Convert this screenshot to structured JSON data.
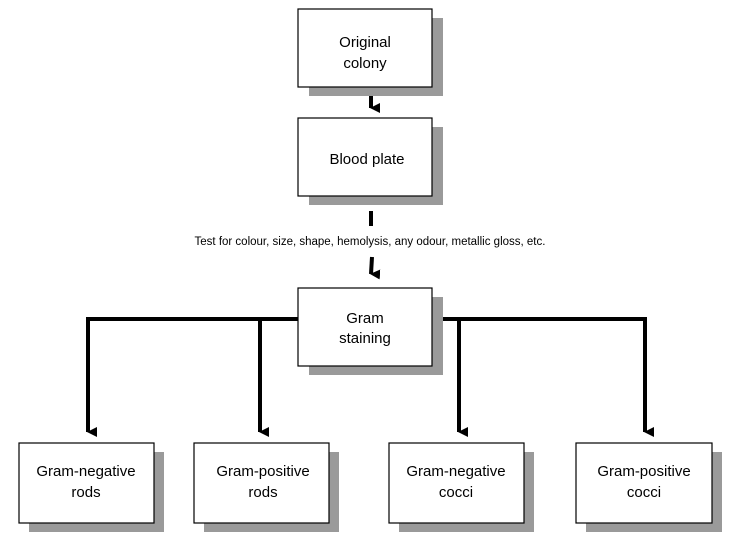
{
  "diagram": {
    "nodes": {
      "original_colony": {
        "line1": "Original",
        "line2": "colony"
      },
      "blood_plate": {
        "line1": "Blood plate"
      },
      "gram_staining": {
        "line1": "Gram",
        "line2": "staining"
      },
      "gram_negative_rods": {
        "line1": "Gram-negative",
        "line2": "rods"
      },
      "gram_positive_rods": {
        "line1": "Gram-positive",
        "line2": "rods"
      },
      "gram_negative_cocci": {
        "line1": "Gram-negative",
        "line2": "cocci"
      },
      "gram_positive_cocci": {
        "line1": "Gram-positive",
        "line2": "cocci"
      }
    },
    "edge_note": "Test for colour, size, shape, hemolysis, any odour, metallic gloss, etc.",
    "edges": [
      {
        "from": "original_colony",
        "to": "blood_plate",
        "style": "solid-arrow"
      },
      {
        "from": "blood_plate",
        "to": "gram_staining",
        "style": "dashed-arrow"
      },
      {
        "from": "gram_staining",
        "to": "gram_negative_rods",
        "style": "solid-arrow"
      },
      {
        "from": "gram_staining",
        "to": "gram_positive_rods",
        "style": "solid-arrow"
      },
      {
        "from": "gram_staining",
        "to": "gram_negative_cocci",
        "style": "solid-arrow"
      },
      {
        "from": "gram_staining",
        "to": "gram_positive_cocci",
        "style": "solid-arrow"
      }
    ],
    "colors": {
      "box_fill": "#ffffff",
      "box_border": "#000000",
      "shadow": "#9a9a9a",
      "connector": "#000000"
    }
  }
}
